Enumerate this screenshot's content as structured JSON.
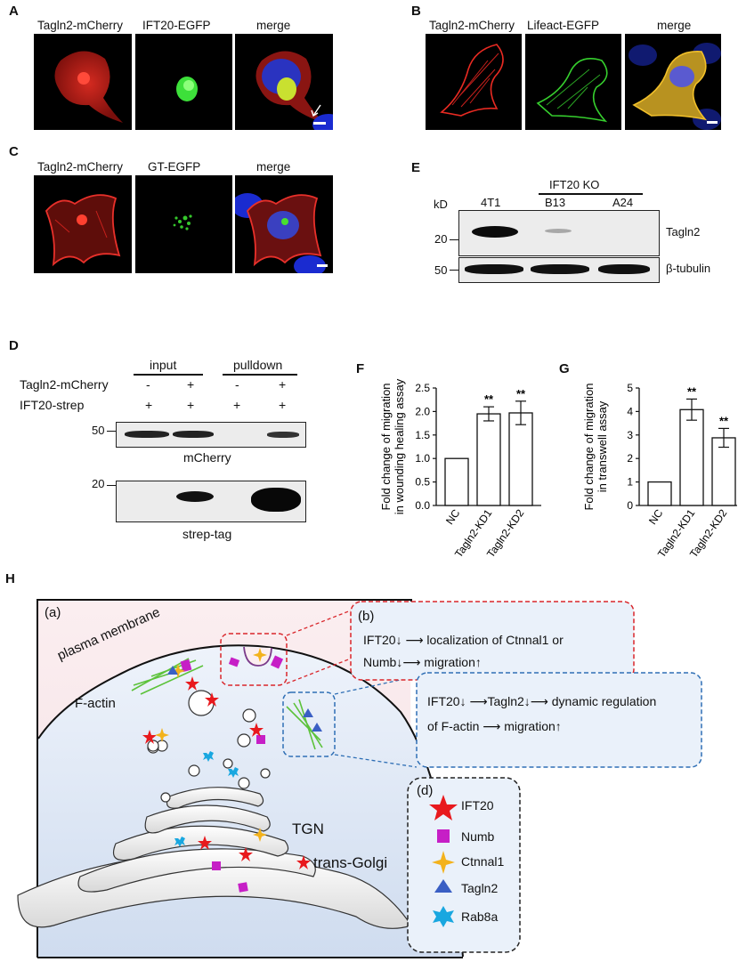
{
  "panels": {
    "A": {
      "letter": "A",
      "labels": [
        "Tagln2-mCherry",
        "IFT20-EGFP",
        "merge"
      ]
    },
    "B": {
      "letter": "B",
      "labels": [
        "Tagln2-mCherry",
        "Lifeact-EGFP",
        "merge"
      ]
    },
    "C": {
      "letter": "C",
      "labels": [
        "Tagln2-mCherry",
        "GT-EGFP",
        "merge"
      ]
    },
    "E": {
      "letter": "E",
      "kd": "kD",
      "group": "IFT20 KO",
      "lanes": [
        "4T1",
        "B13",
        "A24"
      ],
      "markers": [
        "20",
        "50"
      ],
      "proteins": [
        "Tagln2",
        "β-tubulin"
      ]
    },
    "D": {
      "letter": "D",
      "headers": [
        "input",
        "pulldown"
      ],
      "rows": [
        {
          "name": "Tagln2-mCherry",
          "signs": [
            "-",
            "+",
            "-",
            "+"
          ]
        },
        {
          "name": "IFT20-strep",
          "signs": [
            "+",
            "+",
            "+",
            "+"
          ]
        }
      ],
      "markers": [
        "50",
        "20"
      ],
      "blots": [
        "mCherry",
        "strep-tag"
      ]
    },
    "F": {
      "letter": "F"
    },
    "G": {
      "letter": "G"
    },
    "H": {
      "letter": "H",
      "a": "(a)",
      "b": "(b)",
      "d": "(d)",
      "plasma_membrane": "plasma membrane",
      "factin": "F-actin",
      "tgn": "TGN",
      "trans_golgi": "trans-Golgi",
      "box_b_line1": "IFT20↓ ⟶ localization of Ctnnal1 or",
      "box_b_line2": "Numb↓⟶ migration↑",
      "box_c_line1": "IFT20↓ ⟶Tagln2↓⟶ dynamic regulation",
      "box_c_line2": "of F-actin ⟶ migration↑",
      "legend": [
        "IFT20",
        "Numb",
        "Ctnnal1",
        "Tagln2",
        "Rab8a"
      ]
    }
  },
  "colors": {
    "red_channel": "#c8201c",
    "green_channel": "#2fc82a",
    "nucleus_blue": "#1a2bd0",
    "ift20_star": "#e8191d",
    "numb_square": "#c61fc6",
    "ctnnal1_star": "#f3b21c",
    "tagln2_triangle": "#3a5fc4",
    "rab8a_star": "#19a7e0",
    "box_red": "#d9262b",
    "box_blue": "#2f6fb5"
  },
  "chart_data": [
    {
      "type": "bar",
      "panel": "F",
      "categories": [
        "NC",
        "Tagln2-KD1",
        "Tagln2-KD2"
      ],
      "values": [
        1.0,
        1.95,
        1.97
      ],
      "errors": [
        0,
        0.15,
        0.25
      ],
      "significance": [
        "",
        "**",
        "**"
      ],
      "ylabel": "Fold change of migration in wounding healing assay",
      "ylim": [
        0,
        2.5
      ],
      "yticks": [
        "0.0",
        "0.5",
        "1.0",
        "1.5",
        "2.0",
        "2.5"
      ]
    },
    {
      "type": "bar",
      "panel": "G",
      "categories": [
        "NC",
        "Tagln2-KD1",
        "Tagln2-KD2"
      ],
      "values": [
        1.0,
        4.08,
        2.88
      ],
      "errors": [
        0,
        0.45,
        0.4
      ],
      "significance": [
        "",
        "**",
        "**"
      ],
      "ylabel": "Fold change of migration in transwell assay",
      "ylim": [
        0,
        5
      ],
      "yticks": [
        "0",
        "1",
        "2",
        "3",
        "4",
        "5"
      ]
    }
  ]
}
